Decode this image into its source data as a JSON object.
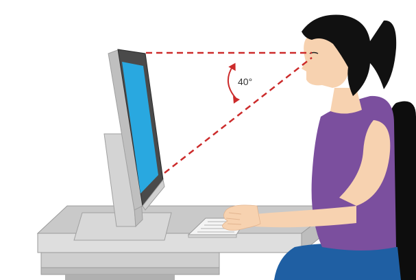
{
  "annotation": {
    "angle_label": "40°"
  },
  "colors": {
    "sightline": "#cc2b2b",
    "screen": "#29a8e0",
    "shirt": "#7b4f9e",
    "skin": "#f7d2b0",
    "hair": "#111111",
    "chair": "#0d0d0d",
    "desk_top": "#c9c9c9",
    "desk_front": "#d9d9d9",
    "monitor": "#d0d0d0",
    "pants": "#1f5fa3"
  },
  "icons": [
    "monitor",
    "keyboard",
    "desk",
    "chair",
    "person",
    "angle-arrow"
  ]
}
